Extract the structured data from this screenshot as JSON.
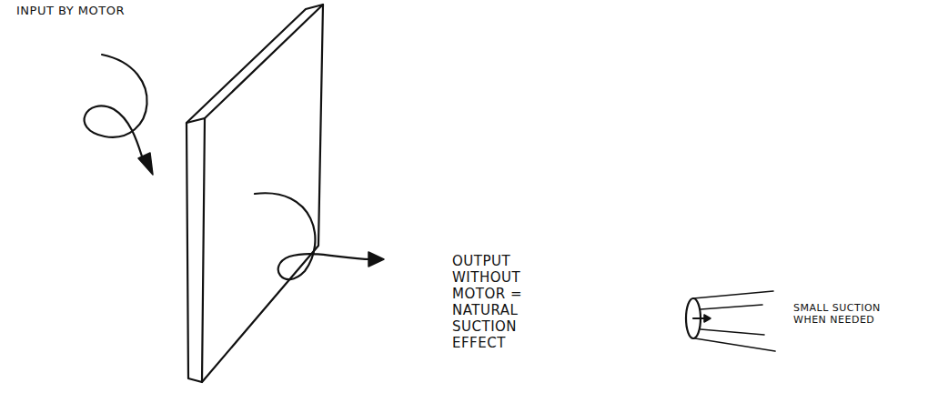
{
  "diagram": {
    "labels": [
      "INPUT BY MOTOR",
      "OUTPUT WITHOUT MOTOR = NATURAL SUCTION EFFECT",
      "SMALL SUCTION WHEN NEEDED"
    ]
  }
}
